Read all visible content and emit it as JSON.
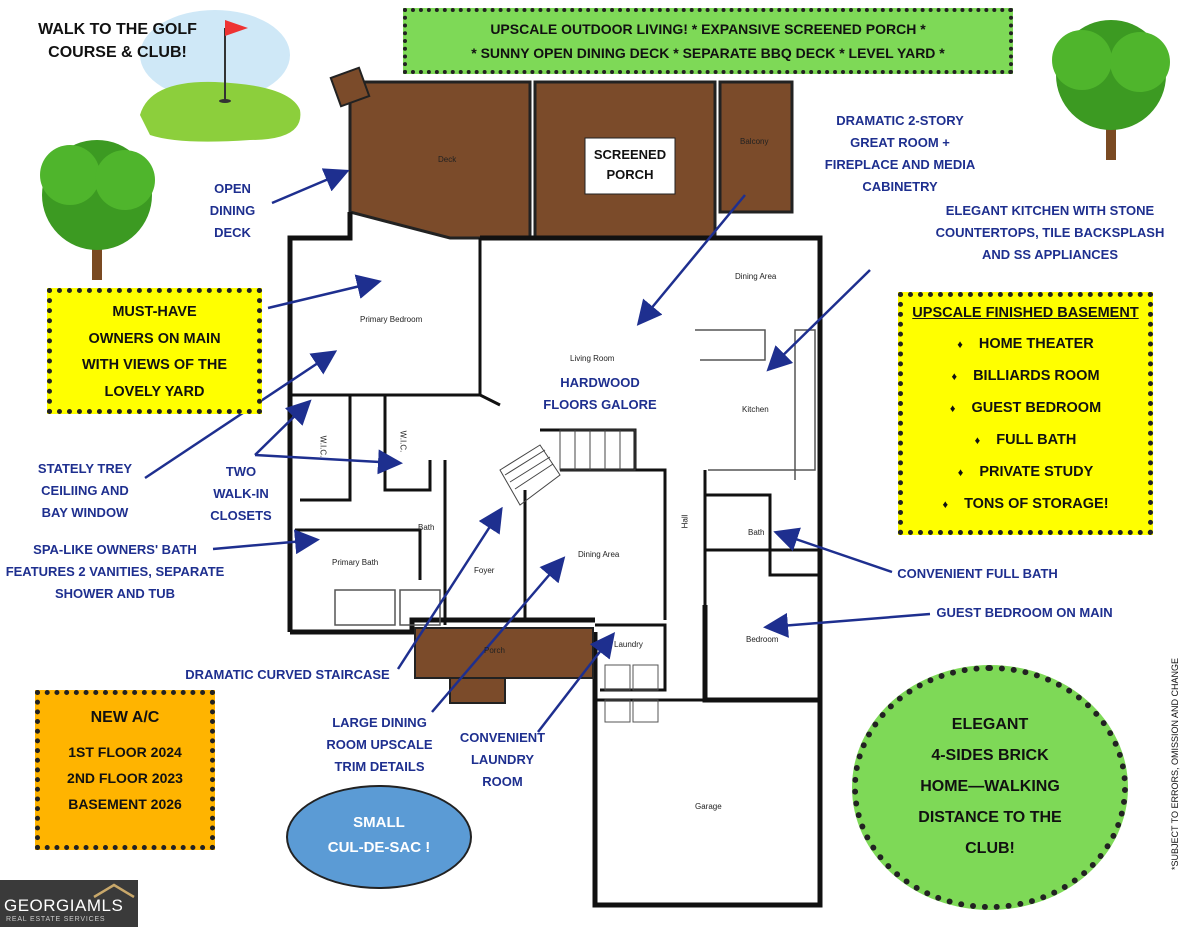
{
  "top_left": [
    "WALK TO THE GOLF",
    "COURSE & CLUB!"
  ],
  "top_banner": [
    "UPSCALE OUTDOOR LIVING!    *  EXPANSIVE SCREENED PORCH  *",
    "*  SUNNY OPEN DINING DECK  *  SEPARATE BBQ DECK  *  LEVEL YARD  *"
  ],
  "screened_porch": [
    "SCREENED",
    "PORCH"
  ],
  "owners": [
    "MUST-HAVE",
    "OWNERS ON MAIN",
    "WITH  VIEWS OF THE",
    "LOVELY YARD"
  ],
  "basement": {
    "title": "UPSCALE FINISHED BASEMENT",
    "items": [
      "HOME THEATER",
      "BILLIARDS ROOM",
      "GUEST BEDROOM",
      "FULL BATH",
      "PRIVATE STUDY",
      "TONS OF STORAGE!"
    ],
    "bullet": "♦"
  },
  "ac": [
    "NEW A/C",
    "1ST FLOOR 2024",
    "2ND FLOOR 2023",
    "BASEMENT 2026"
  ],
  "culdesac": [
    "SMALL",
    "CUL-DE-SAC !"
  ],
  "brick": [
    "ELEGANT",
    "4-SIDES BRICK",
    "HOME—WALKING",
    "DISTANCE TO THE",
    "CLUB!"
  ],
  "callouts": {
    "dining_deck": [
      "OPEN",
      "DINING",
      "DECK"
    ],
    "great_room": [
      "DRAMATIC 2-STORY",
      "GREAT ROOM  +",
      "FIREPLACE AND MEDIA",
      "CABINETRY"
    ],
    "kitchen": [
      "ELEGANT KITCHEN WITH STONE",
      "COUNTERTOPS, TILE BACKSPLASH",
      "AND SS APPLIANCES"
    ],
    "trey": [
      "STATELY TREY",
      "CEILIING AND",
      "BAY WINDOW"
    ],
    "closets": [
      "TWO",
      "WALK-IN",
      "CLOSETS"
    ],
    "spa": [
      "SPA-LIKE OWNERS' BATH",
      "FEATURES 2 VANITIES, SEPARATE",
      "SHOWER AND TUB"
    ],
    "hardwood": [
      "HARDWOOD",
      "FLOORS GALORE"
    ],
    "full_bath": "CONVENIENT FULL BATH",
    "guest_bed": "GUEST BEDROOM ON MAIN",
    "staircase": "DRAMATIC CURVED STAIRCASE",
    "dining_room": [
      "LARGE DINING",
      "ROOM UPSCALE",
      "TRIM DETAILS"
    ],
    "laundry": [
      "CONVENIENT",
      "LAUNDRY",
      "ROOM"
    ]
  },
  "rooms": {
    "deck": "Deck",
    "balcony": "Balcony",
    "dining_area_top": "Dining Area",
    "primary_bedroom": "Primary Bedroom",
    "living_room": "Living Room",
    "kitchen": "Kitchen",
    "wic1": "W.I.C.",
    "wic2": "W.I.C.",
    "bath_small": "Bath",
    "primary_bath": "Primary Bath",
    "foyer": "Foyer",
    "dining_area": "Dining Area",
    "hall": "Hall",
    "bath": "Bath",
    "bedroom": "Bedroom",
    "porch": "Porch",
    "laundry": "Laundry",
    "garage": "Garage"
  },
  "disclaimer": "*SUBJECT TO ERRORS, OMISSION AND CHANGE",
  "logo": {
    "name": "GEORGIAMLS",
    "sub": "REAL ESTATE SERVICES"
  },
  "colors": {
    "callout_blue": "#1e2f8f",
    "deck_brown": "#7b4b2a",
    "green_box": "#7ed957",
    "yellow_box": "#ffff00",
    "orange_box": "#ffb400",
    "oval_blue": "#5b9bd5"
  }
}
